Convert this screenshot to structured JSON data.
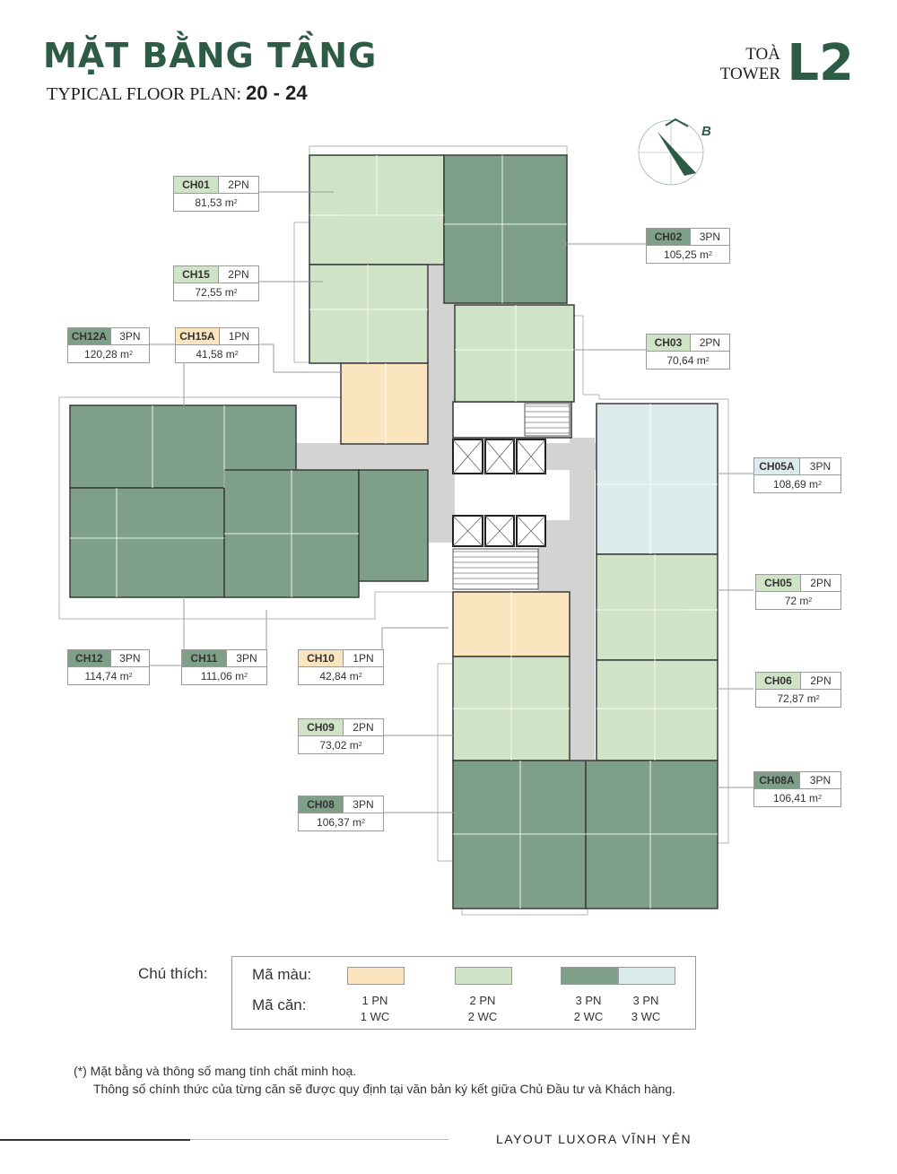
{
  "header": {
    "title": "MẶT BẰNG TẦNG",
    "subtitle": "TYPICAL FLOOR PLAN:",
    "floor_range": "20 - 24",
    "toa": "TOÀ",
    "tower": "TOWER",
    "tower_code": "L2"
  },
  "compass": {
    "label": "B"
  },
  "colors": {
    "brand_green": "#2e5b45",
    "unit_1pn": "#fbe5bf",
    "unit_2pn": "#cfe3c6",
    "unit_3pn_2wc": "#7fa088",
    "unit_3pn_3wc": "#dcebec",
    "corridor": "#d2d2d2"
  },
  "units": [
    {
      "code": "CH01",
      "type": "2PN",
      "area": "81,53 m",
      "category": "2pn"
    },
    {
      "code": "CH02",
      "type": "3PN",
      "area": "105,25 m",
      "category": "3pn2wc"
    },
    {
      "code": "CH15",
      "type": "2PN",
      "area": "72,55 m",
      "category": "2pn"
    },
    {
      "code": "CH12A",
      "type": "3PN",
      "area": "120,28 m",
      "category": "3pn2wc"
    },
    {
      "code": "CH15A",
      "type": "1PN",
      "area": "41,58 m",
      "category": "1pn"
    },
    {
      "code": "CH03",
      "type": "2PN",
      "area": "70,64 m",
      "category": "2pn"
    },
    {
      "code": "CH05A",
      "type": "3PN",
      "area": "108,69 m",
      "category": "3pn3wc"
    },
    {
      "code": "CH05",
      "type": "2PN",
      "area": "72 m",
      "category": "2pn"
    },
    {
      "code": "CH12",
      "type": "3PN",
      "area": "114,74 m",
      "category": "3pn2wc"
    },
    {
      "code": "CH11",
      "type": "3PN",
      "area": "111,06 m",
      "category": "3pn2wc"
    },
    {
      "code": "CH10",
      "type": "1PN",
      "area": "42,84 m",
      "category": "1pn"
    },
    {
      "code": "CH06",
      "type": "2PN",
      "area": "72,87 m",
      "category": "2pn"
    },
    {
      "code": "CH09",
      "type": "2PN",
      "area": "73,02 m",
      "category": "2pn"
    },
    {
      "code": "CH08A",
      "type": "3PN",
      "area": "106,41 m",
      "category": "3pn2wc"
    },
    {
      "code": "CH08",
      "type": "3PN",
      "area": "106,37 m",
      "category": "3pn2wc"
    }
  ],
  "area_unit_sup": "2",
  "legend": {
    "title": "Chú thích:",
    "color_label": "Mã màu:",
    "type_label": "Mã căn:",
    "types": [
      {
        "pn": "1 PN",
        "wc": "1 WC"
      },
      {
        "pn": "2 PN",
        "wc": "2 WC"
      },
      {
        "pn": "3 PN",
        "wc": "2 WC"
      },
      {
        "pn": "3 PN",
        "wc": "3 WC"
      }
    ]
  },
  "note": {
    "line1": "(*) Mặt bằng và thông số mang tính chất minh hoạ.",
    "line2": "Thông số chính thức của từng căn sẽ được quy định tại văn bản ký kết giữa Chủ Đầu tư và Khách hàng."
  },
  "footer": {
    "text": "LAYOUT LUXORA VĨNH YÊN"
  }
}
